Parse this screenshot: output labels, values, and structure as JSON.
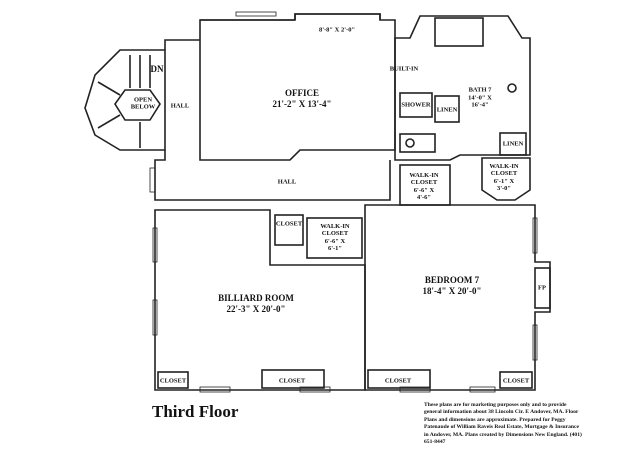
{
  "floor_title": "Third Floor",
  "rooms": {
    "office_dims_top": "8'-8\" X 2'-0\"",
    "office_name": "OFFICE",
    "office_dims": "21'-2\" X 13'-4\"",
    "dn": "DN",
    "open_below": "OPEN\nBELOW",
    "hall_upper": "HALL",
    "hall_lower": "HALL",
    "built_in": "BUILT-IN",
    "shower": "SHOWER",
    "linen_bath": "LINEN",
    "bath_name": "BATH 7",
    "bath_dims": "14'-0\" X\n16'-4\"",
    "linen_right": "LINEN",
    "walkin_center": "WALK-IN\nCLOSET\n6'-6\" X\n4'-6\"",
    "walkin_right": "WALK-IN\nCLOSET\n6'-1\" X\n3'-0\"",
    "closet_small": "CLOSET",
    "walkin_billiard": "WALK-IN\nCLOSET\n6'-6\" X\n6'-1\"",
    "billiard_name": "BILLIARD ROOM",
    "billiard_dims": "22'-3\" X 20'-0\"",
    "bedroom_name": "BEDROOM 7",
    "bedroom_dims": "18'-4\" X 20'-0\"",
    "fp": "FP",
    "closet_bl": "CLOSET",
    "closet_bm": "CLOSET",
    "closet_br1": "CLOSET",
    "closet_br2": "CLOSET"
  },
  "disclaimer": "These plans are for marketing purposes only and to provide general information about 38 Lincoln Cir. E Andover, MA. Floor Plans and dimensions are approximate. Prepared for Peggy Patenaude of William Raveis Real Estate, Mortgage & Insurance in Andover, MA. Plans created by Dimensions New England. (401) 651-8447"
}
